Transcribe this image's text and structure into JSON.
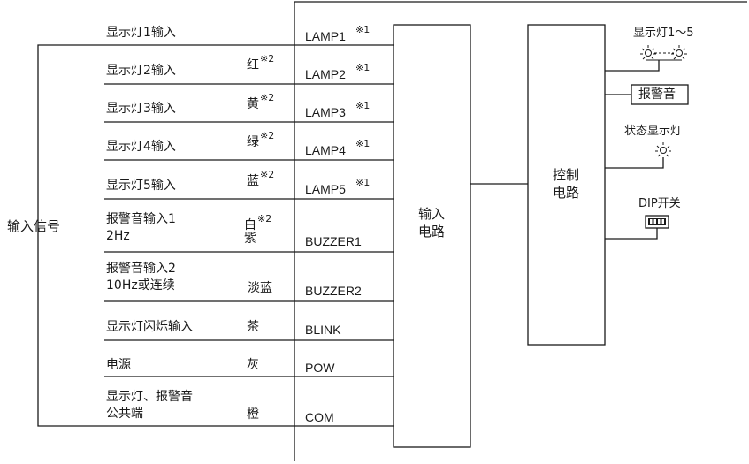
{
  "diagram": {
    "left_label": "输入信号",
    "rows": [
      {
        "name": "显示灯1输入",
        "color": "",
        "note": "",
        "pin": "LAMP1",
        "pin_note": "※1"
      },
      {
        "name": "显示灯2输入",
        "color": "红",
        "note": "※2",
        "pin": "LAMP2",
        "pin_note": "※1"
      },
      {
        "name": "显示灯3输入",
        "color": "黄",
        "note": "※2",
        "pin": "LAMP3",
        "pin_note": "※1"
      },
      {
        "name": "显示灯4输入",
        "color": "绿",
        "note": "※2",
        "pin": "LAMP4",
        "pin_note": "※1"
      },
      {
        "name": "显示灯5输入",
        "color": "蓝",
        "note": "※2",
        "pin": "LAMP5",
        "pin_note": "※1"
      },
      {
        "name_line1": "报警音输入1",
        "name_line2": "2Hz",
        "color_top": "白",
        "note": "※2",
        "color": "紫",
        "pin": "BUZZER1"
      },
      {
        "name_line1": "报警音输入2",
        "name_line2": "10Hz或连续",
        "color": "淡蓝",
        "pin": "BUZZER2"
      },
      {
        "name": "显示灯闪烁输入",
        "color": "茶",
        "pin": "BLINK"
      },
      {
        "name": "电源",
        "color": "灰",
        "pin": "POW"
      },
      {
        "name_line1": "显示灯、报警音",
        "name_line2": "公共端",
        "color": "橙",
        "pin": "COM"
      }
    ],
    "input_circuit": {
      "line1": "输入",
      "line2": "电路"
    },
    "control_circuit": {
      "line1": "控制",
      "line2": "电路"
    },
    "outputs": {
      "lamps_label": "显示灯1～5",
      "buzzer_label": "报警音",
      "status_lamp_label": "状态显示灯",
      "dip_label": "DIP开关"
    }
  }
}
